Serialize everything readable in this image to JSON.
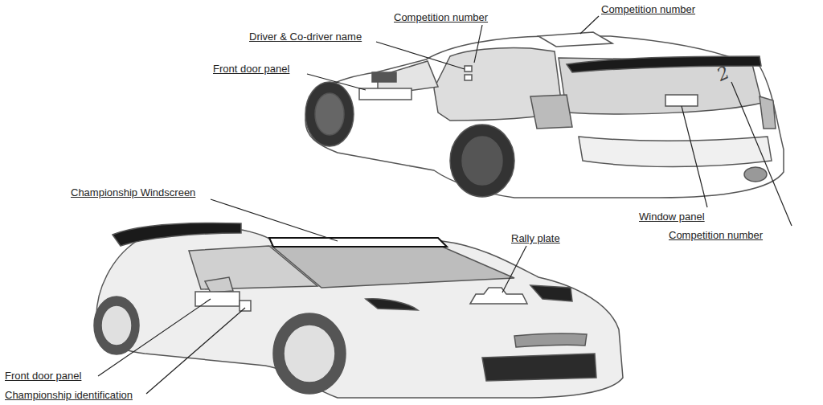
{
  "diagram": {
    "labels": [
      "Competition number",
      "Competition number",
      "Driver & Co-driver name",
      "Front door panel",
      "2",
      "Championship Windscreen",
      "Window panel",
      "Competition number",
      "Rally plate",
      "Front door panel",
      "Championship identification"
    ]
  }
}
